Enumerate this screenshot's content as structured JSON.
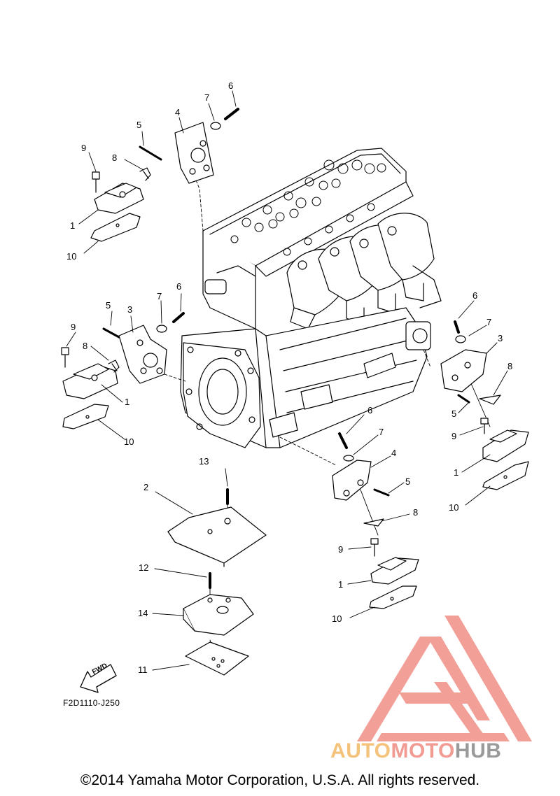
{
  "labels": {
    "l9a": "9",
    "l8a": "8",
    "l5a": "5",
    "l4a": "4",
    "l7a": "7",
    "l6a": "6",
    "l1a": "1",
    "l10a": "10",
    "l5b": "5",
    "l3b": "3",
    "l7b": "7",
    "l6b": "6",
    "l9b": "9",
    "l8b": "8",
    "l1b": "1",
    "l10b": "10",
    "l6c": "6",
    "l7c": "7",
    "l3c": "3",
    "l8c": "8",
    "l5c": "5",
    "l9c": "9",
    "l1c": "1",
    "l10c": "10",
    "l6d": "6",
    "l7d": "7",
    "l4d": "4",
    "l5d": "5",
    "l8d": "8",
    "l9d": "9",
    "l1d": "1",
    "l10d": "10",
    "l13": "13",
    "l2": "2",
    "l12": "12",
    "l14": "14",
    "l11": "11"
  },
  "fwd_label": "FWD",
  "part_code": "F2D1110-J250",
  "copyright": "©2014 Yamaha Motor Corporation, U.S.A. All rights reserved.",
  "watermark": {
    "part1": "AUTO",
    "part2": "MOTO",
    "part3": "HUB"
  },
  "colors": {
    "line": "#000000",
    "wm_red": "#f19a92",
    "wm_orange": "#f4c27a",
    "wm_gray": "#9a9a9a"
  }
}
